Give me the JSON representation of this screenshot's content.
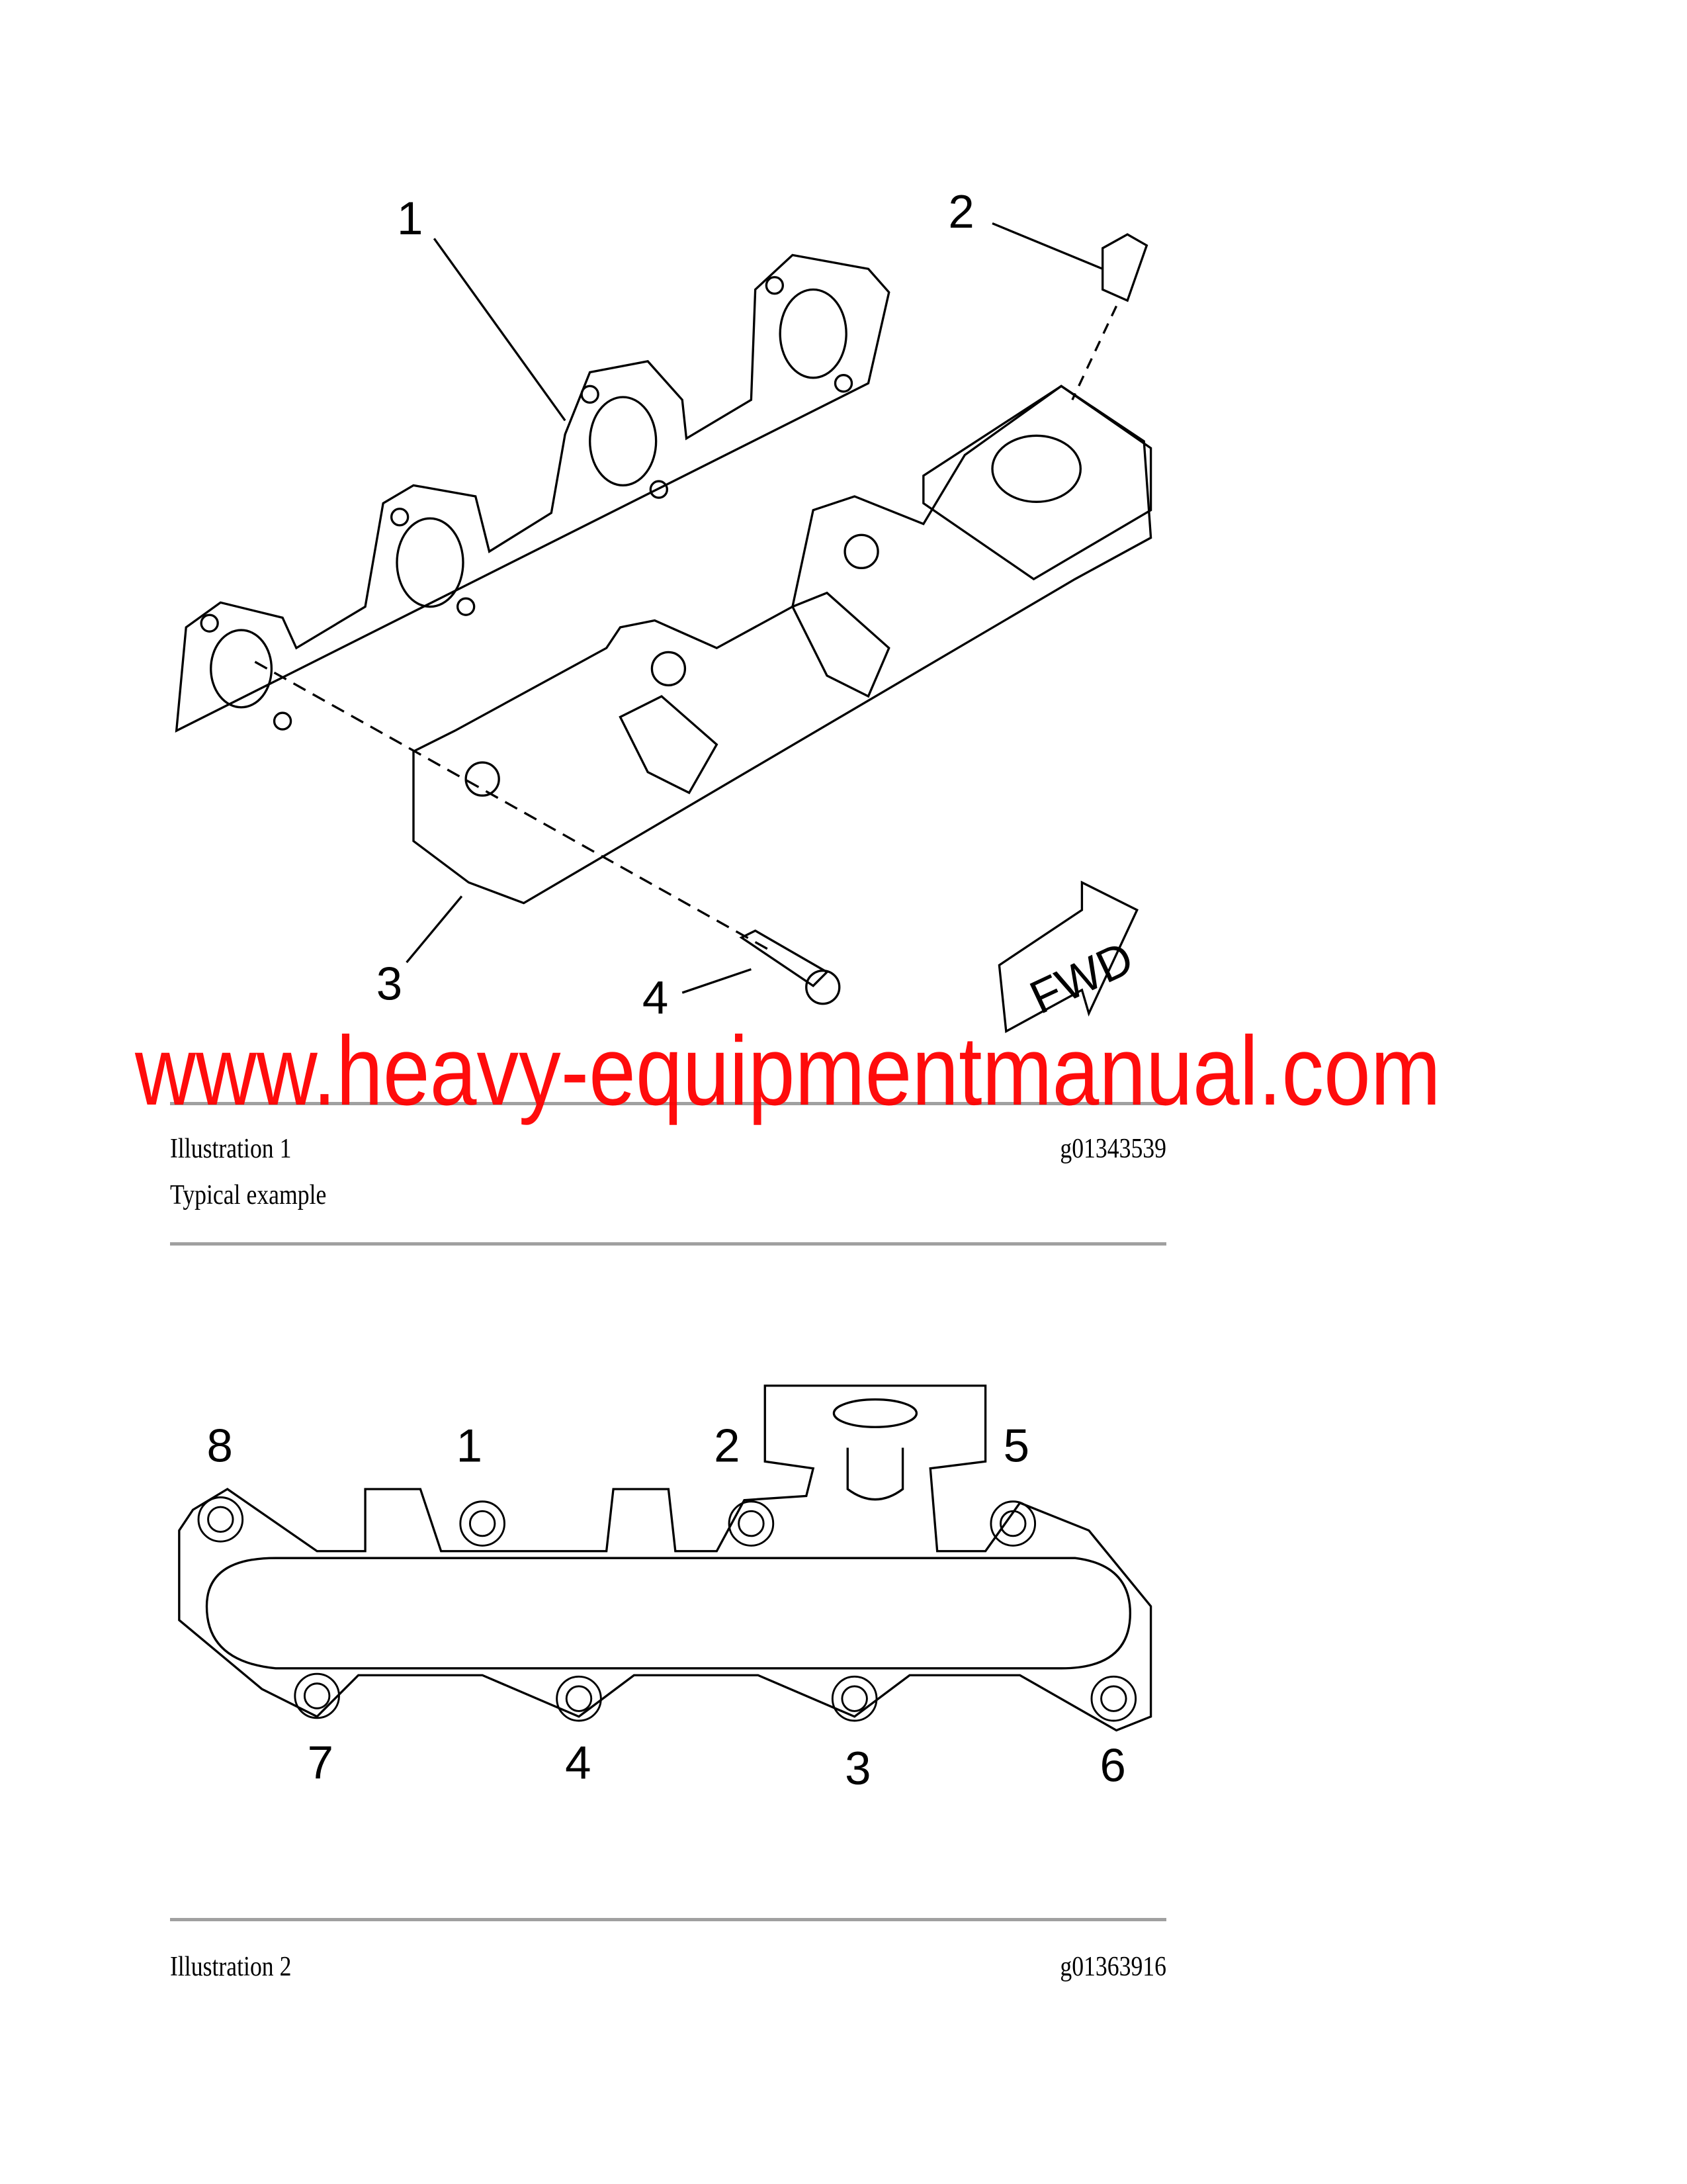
{
  "illustration1": {
    "callouts": [
      "1",
      "2",
      "3",
      "4"
    ],
    "fwd_label": "FWD",
    "caption": "Illustration 1",
    "code": "g01343539",
    "subcaption": "Typical example"
  },
  "watermark": "www.heavy-equipmentmanual.com",
  "illustration2": {
    "callouts": [
      "8",
      "1",
      "2",
      "5",
      "7",
      "4",
      "3",
      "6"
    ],
    "caption": "Illustration 2",
    "code": "g01363916"
  }
}
